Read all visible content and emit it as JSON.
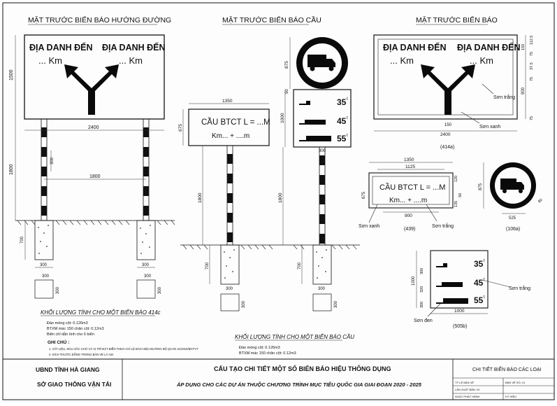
{
  "headings": {
    "guide_front": "MẶT TRƯỚC BIỂN BÁO HƯỚNG ĐƯỜNG",
    "bridge_front": "MẶT TRƯỚC BIỂN BÁO CẦU",
    "sign_front": "MẶT TRƯỚC BIỂN BÁO"
  },
  "guide_sign": {
    "dest_left": "ĐỊA DANH ĐẾN",
    "dest_right": "ĐỊA DANH ĐẾN",
    "km_left": "... Km",
    "km_right": "... Km",
    "dims": {
      "height": "1500",
      "width": "2400",
      "post_span": "1800",
      "post_h": "1800",
      "band": "300",
      "found_depth": "700",
      "found_w": "300",
      "found_w2": "300",
      "found_side": "300"
    }
  },
  "bridge_sign": {
    "text_line1": "CẦU BTCT L = ...M",
    "text_line2": "Km... + ....m",
    "limit_values": [
      "35",
      "45",
      "55"
    ],
    "limit_unit": "t",
    "dims": {
      "plate_w": "1350",
      "plate_h": "675",
      "circle_h": "875",
      "gap": "50",
      "panel_h": "1000",
      "panel_w": "300",
      "post_h": "1800",
      "found_depth": "700",
      "found_w": "300",
      "found_w2": "300",
      "found_side": "300"
    }
  },
  "detail_guide": {
    "dest_left": "ĐỊA DANH ĐẾN",
    "dest_right": "ĐỊA DANH ĐẾN",
    "km_left": "... Km",
    "km_right": "... Km",
    "label_white": "Sơn trắng",
    "label_blue": "Sơn xanh",
    "code": "(414a)",
    "dims": {
      "top": "150",
      "width": "2400",
      "inner": "900",
      "mid": "150",
      "r1": "112.5",
      "r2": "75",
      "r3": "37.5",
      "r4": "75",
      "r5": "75"
    }
  },
  "detail_bridge": {
    "text_line1": "CẦU BTCT L = ...M",
    "text_line2": "Km... + ....m",
    "label_blue": "Sơn xanh",
    "label_white": "Sơn trắng",
    "code": "(439)",
    "dims": {
      "w1": "1350",
      "w2": "1125",
      "h": "675",
      "inner_w": "900",
      "r1": "120",
      "r2": "50",
      "r3": "135"
    }
  },
  "detail_circle": {
    "code": "(106a)",
    "dims": {
      "h": "875",
      "w": "525",
      "ring": "80"
    }
  },
  "detail_limit": {
    "limit_values": [
      "35",
      "45",
      "55"
    ],
    "limit_unit": "t",
    "label_white": "Sơn trắng",
    "label_black": "Sơn đen",
    "code": "(505b)",
    "dims": {
      "h": "1000",
      "a": "300",
      "b": "320",
      "c": "300",
      "w": "1000"
    }
  },
  "notes": {
    "qty_414_title": "KHỐI LƯỢNG TÍNH CHO MỘT BIỂN BÁO 414c",
    "qty_414_lines": [
      "Đào móng cột: 0.126m3",
      "BTXM mác 150 chân cột: 0.12m3",
      "Biển chỉ dẫn tính cho 6 biển"
    ],
    "ghichu_title": "GHI CHÚ :",
    "ghichu_lines": [
      "1. VẬT LIỆU, MÀU SẮC CHỮ VÀ VỊ TRÍ ĐẶT BIỂN THEO CHỈ LỆ BÁO HIỆU ĐƯỜNG BỘ QCVN 41/2016/BGTVT",
      "2. KÍCH THƯỚC ĐỒNG TRONG BẢN VẼ LÀ  mm"
    ],
    "qty_bridge_title": "KHỐI LƯỢNG TÍNH CHO MỘT BIỂN BÁO CẦU",
    "qty_bridge_lines": [
      "Đào móng cột: 0.126m3",
      "BTXM mác 150 chân cột: 0.12m3"
    ]
  },
  "title_block": {
    "org1": "UBND TỈNH HÀ GIANG",
    "org2": "SỞ GIAO THÔNG VẬN TẢI",
    "title": "CẤU TẠO CHI TIẾT MỘT SỐ BIỂN BÁO HIỆU THÔNG DỤNG",
    "subtitle": "ÁP DỤNG CHO CÁC DỰ ÁN THUỘC CHƯƠNG TRÌNH MỤC TIÊU QUỐC GIA GIAI ĐOẠN 2020 - 2025",
    "drawing_name": "CHI TIẾT BIỂN BÁO CÁC LOẠI",
    "small_fields": [
      "TỶ LỆ BẢN VẼ",
      "BẢN VẼ SỐ: 21",
      "LẦN XUẤT BẢN: 02",
      "NGÀY PHÁT HÀNH",
      "KÝ HIỆU"
    ]
  },
  "colors": {
    "line": "#111111",
    "paper": "#fdfdfd",
    "sign_black": "#0a0a0a"
  }
}
